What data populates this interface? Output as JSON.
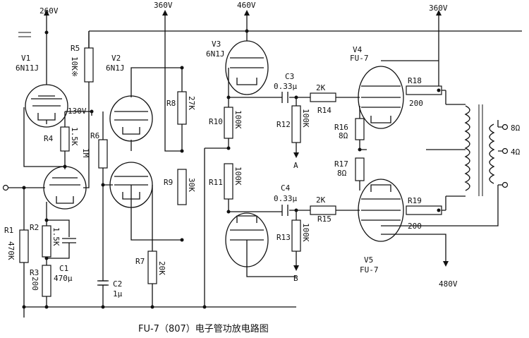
{
  "caption": "FU-7（807）电子管功放电路图",
  "rails": {
    "v260": "260V",
    "v360_left": "360V",
    "v460": "460V",
    "v360_right": "360V",
    "v480": "480V",
    "v130": "130V"
  },
  "tubes": {
    "V1": {
      "ref": "V1",
      "type": "6N11J"
    },
    "V2": {
      "ref": "V2",
      "type": "6N1J"
    },
    "V3": {
      "ref": "V3",
      "type": "6N1J"
    },
    "V4": {
      "ref": "V4",
      "type": "FU-7"
    },
    "V5": {
      "ref": "V5",
      "type": "FU-7"
    }
  },
  "resistors": {
    "R1": {
      "ref": "R1",
      "value": "470K"
    },
    "R2": {
      "ref": "R2",
      "value": "1.5K"
    },
    "R3": {
      "ref": "R3",
      "value": "200"
    },
    "R4": {
      "ref": "R4",
      "value": "1.5K"
    },
    "R5": {
      "ref": "R5",
      "value": "10K※"
    },
    "R6": {
      "ref": "R6",
      "value": "1M"
    },
    "R7": {
      "ref": "R7",
      "value": "20K"
    },
    "R8": {
      "ref": "R8",
      "value": "27K"
    },
    "R9": {
      "ref": "R9",
      "value": "30K"
    },
    "R10": {
      "ref": "R10",
      "value": "100K"
    },
    "R11": {
      "ref": "R11",
      "value": "100K"
    },
    "R12": {
      "ref": "R12",
      "value": "100K"
    },
    "R13": {
      "ref": "R13",
      "value": "100K"
    },
    "R14": {
      "ref": "R14",
      "value": "2K"
    },
    "R15": {
      "ref": "R15",
      "value": "2K"
    },
    "R16": {
      "ref": "R16",
      "value": "8Ω"
    },
    "R17": {
      "ref": "R17",
      "value": "8Ω"
    },
    "R18": {
      "ref": "R18",
      "value": "200"
    },
    "R19": {
      "ref": "R19",
      "value": "200"
    }
  },
  "capacitors": {
    "C1": {
      "ref": "C1",
      "value": "470μ"
    },
    "C2": {
      "ref": "C2",
      "value": "1μ"
    },
    "C3": {
      "ref": "C3",
      "value": "0.33μ"
    },
    "C4": {
      "ref": "C4",
      "value": "0.33μ"
    }
  },
  "nodes": {
    "A": "A",
    "B": "B"
  },
  "outputs": {
    "ohm8": "8Ω",
    "ohm4": "4Ω"
  }
}
